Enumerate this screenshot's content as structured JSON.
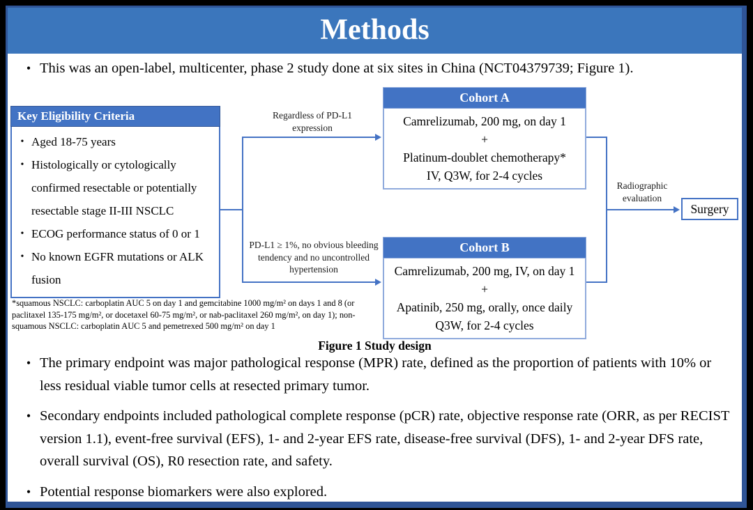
{
  "slide": {
    "title": "Methods",
    "intro": "This was an open-label, multicenter, phase 2 study done at six sites in China (NCT04379739; Figure 1).",
    "figure": {
      "caption": "Figure 1 Study design",
      "eligibility": {
        "header": "Key Eligibility Criteria",
        "items": [
          "Aged 18-75 years",
          "Histologically or cytologically confirmed resectable or potentially resectable stage II-III NSCLC",
          "ECOG performance status of 0 or 1",
          "No known EGFR mutations or ALK fusion"
        ]
      },
      "branch_a_condition": "Regardless of PD-L1 expression",
      "branch_b_condition": "PD-L1 ≥ 1%, no obvious bleeding tendency and no uncontrolled hypertension",
      "cohort_a": {
        "header": "Cohort A",
        "lines": [
          "Camrelizumab, 200 mg, on day 1",
          "+",
          "Platinum-doublet chemotherapy*",
          "IV, Q3W, for 2-4 cycles"
        ]
      },
      "cohort_b": {
        "header": "Cohort B",
        "lines": [
          "Camrelizumab, 200 mg, IV, on day 1",
          "+",
          "Apatinib, 250 mg, orally, once daily",
          "Q3W, for 2-4 cycles"
        ]
      },
      "evaluation_label": "Radiographic evaluation",
      "surgery_label": "Surgery",
      "footnote": "*squamous NSCLC: carboplatin AUC 5 on day 1 and gemcitabine 1000 mg/m² on days 1 and 8 (or paclitaxel 135-175 mg/m², or docetaxel 60-75 mg/m², or nab-paclitaxel 260 mg/m², on day 1); non-squamous NSCLC: carboplatin AUC 5 and pemetrexed 500 mg/m² on day 1"
    },
    "bullets": [
      "The primary endpoint was major pathological response (MPR) rate, defined as the proportion of patients with 10% or less residual viable tumor cells at resected primary tumor.",
      "Secondary endpoints included pathological complete response (pCR) rate, objective response rate (ORR, as per RECIST version 1.1), event-free survival (EFS), 1- and 2-year EFS rate, disease-free survival (DFS), 1- and 2-year DFS rate, overall survival (OS), R0 resection rate, and safety.",
      "Potential response biomarkers were also explored."
    ],
    "colors": {
      "banner_blue": "#3B76BC",
      "header_blue": "#4273C4",
      "line_blue": "#4472C4",
      "frame_blue": "#2F5496",
      "light_border_blue": "#8FAADC"
    }
  }
}
